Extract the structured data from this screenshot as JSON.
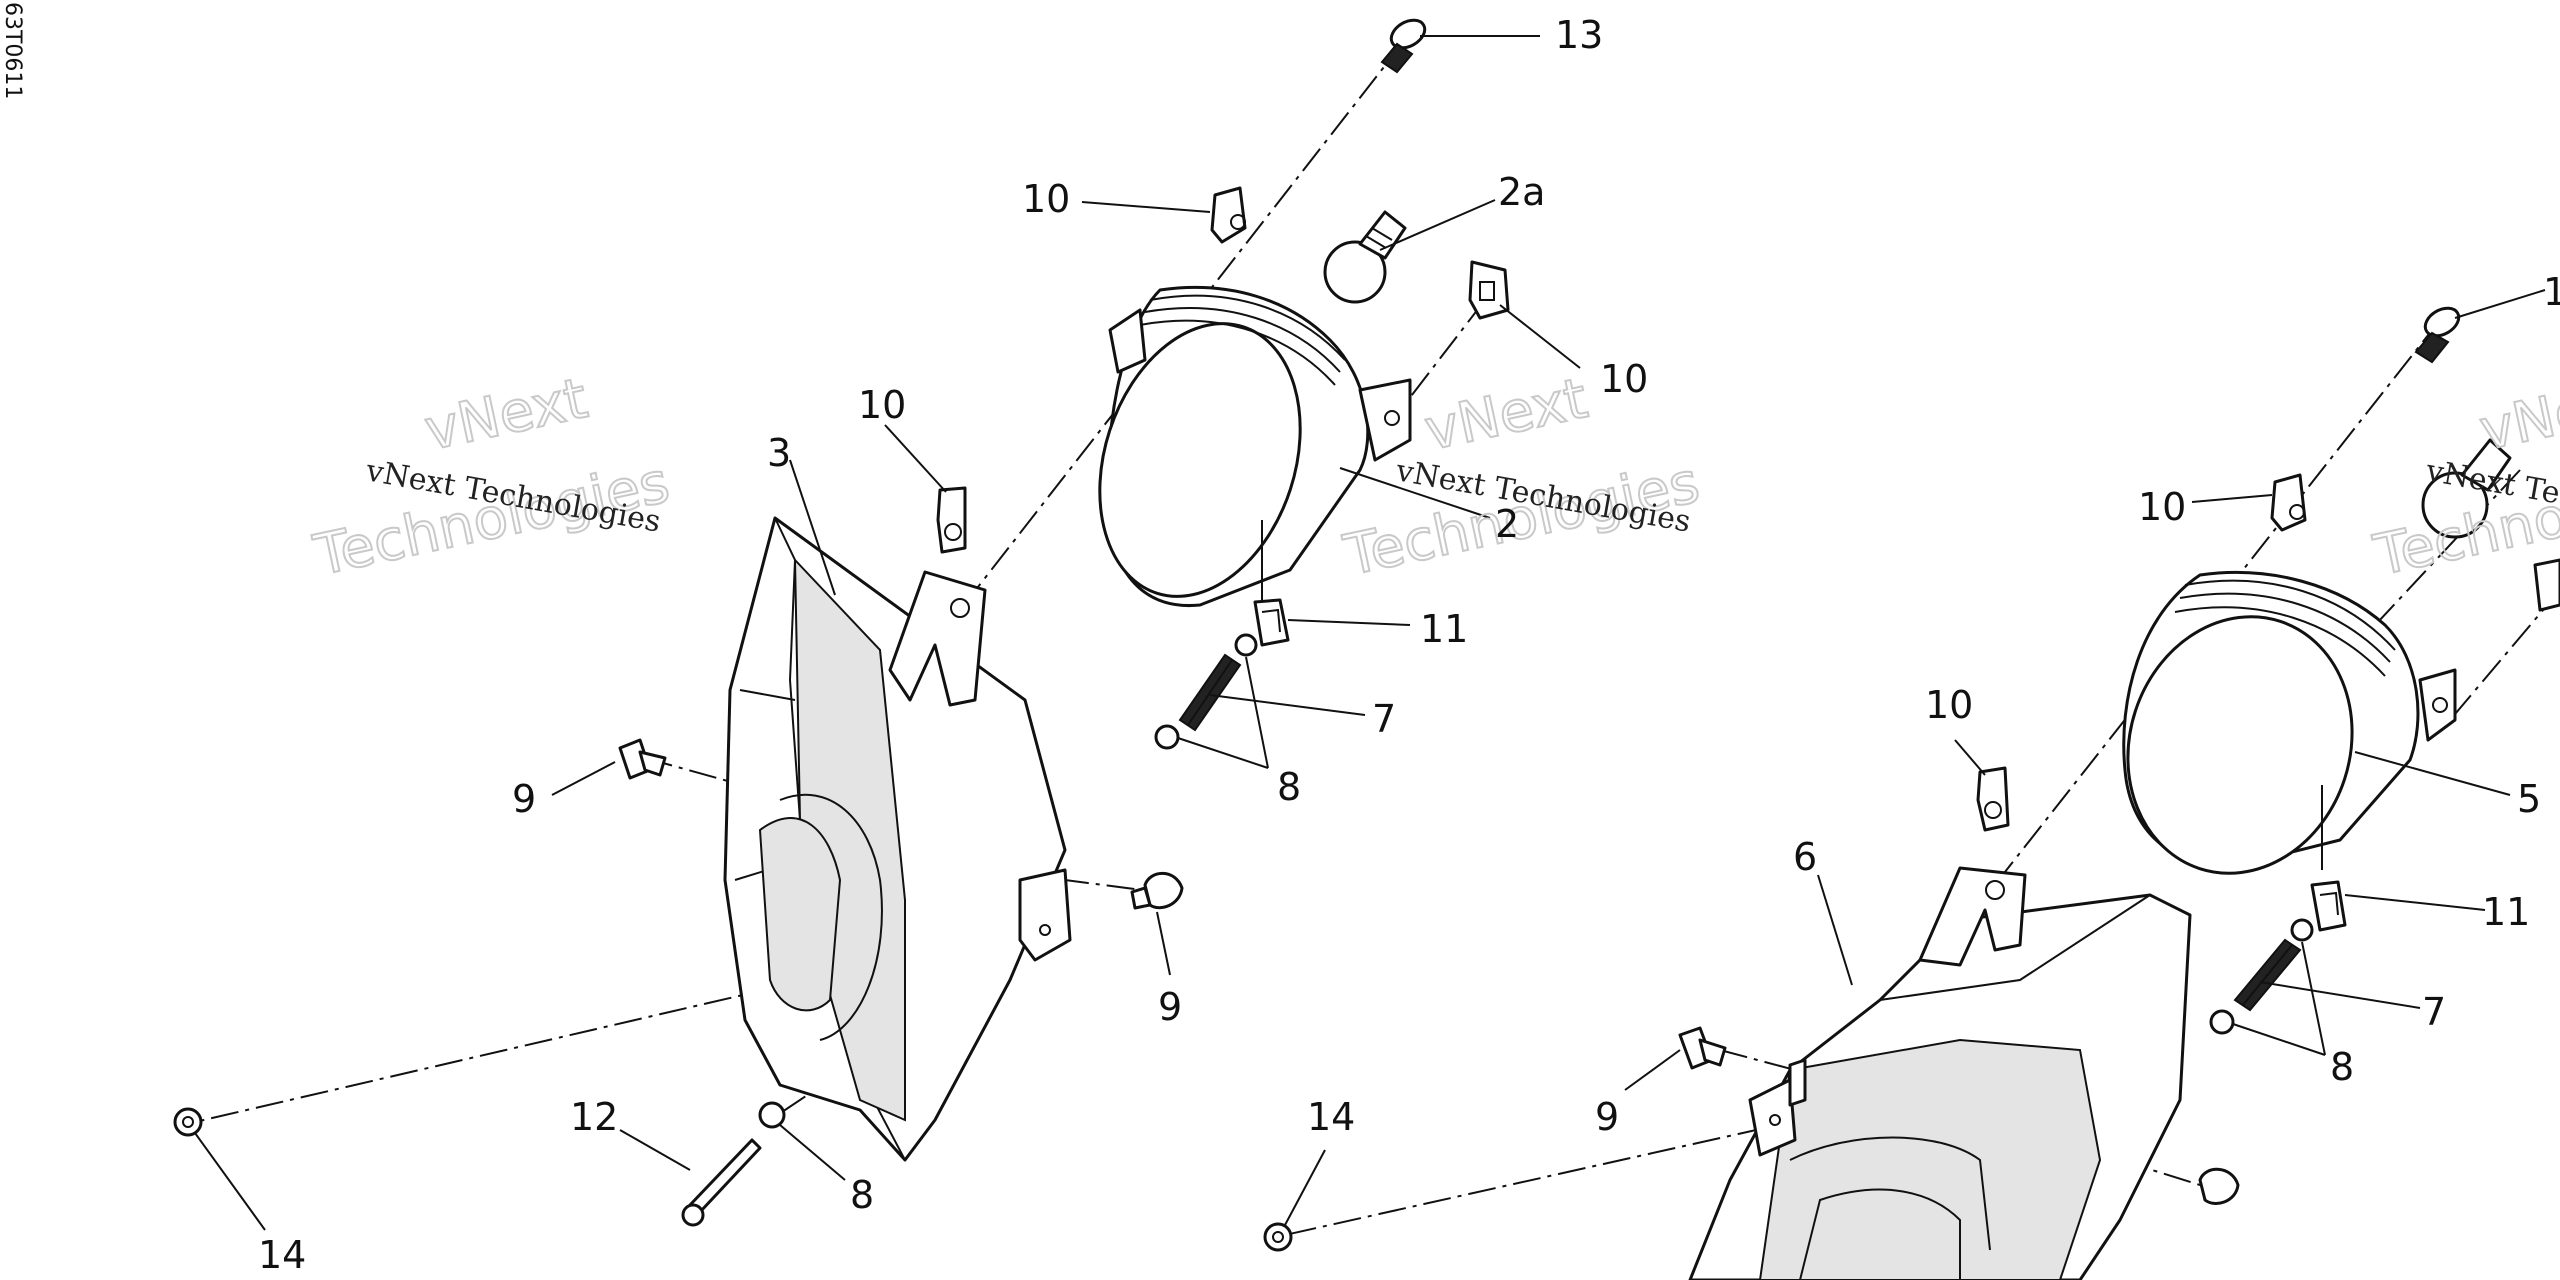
{
  "diagram_code": "63T0611",
  "watermark": {
    "line1": "vNext Technologies",
    "line2a": "vNext",
    "line2b": "Technologies"
  },
  "callouts": {
    "c13a": "13",
    "c10a": "10",
    "c2a": "2a",
    "c10b": "10",
    "c10c": "10",
    "c3": "3",
    "c2": "2",
    "c11a": "11",
    "c7a": "7",
    "c8a": "8",
    "c9a": "9",
    "c9b": "9",
    "c12": "12",
    "c8b": "8",
    "c14a": "14",
    "c14b": "14",
    "c13b": "1",
    "c10d": "10",
    "c10e": "10",
    "c6": "6",
    "c5": "5",
    "c11b": "11",
    "c7b": "7",
    "c8c": "8",
    "c9c": "9"
  }
}
